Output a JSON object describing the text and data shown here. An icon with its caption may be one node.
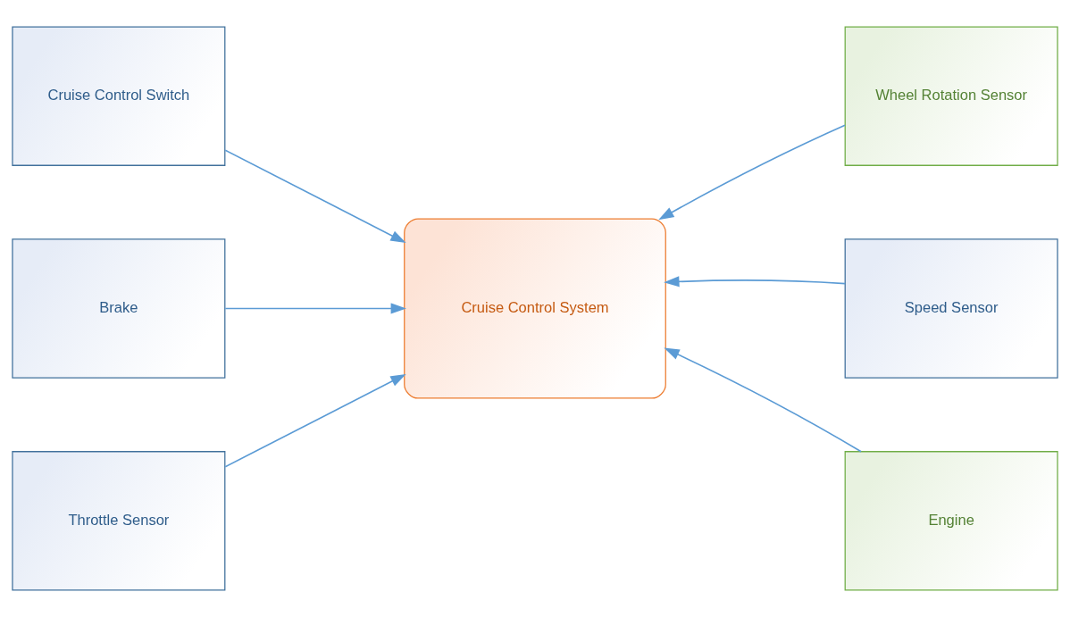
{
  "diagram": {
    "nodes": [
      {
        "text": [
          "Cruise Control Switch"
        ]
      },
      {
        "text": [
          "Wheel Rotation Sensor"
        ]
      },
      {
        "text": [
          "Brake"
        ]
      },
      {
        "text": [
          "Cruise Control System"
        ]
      },
      {
        "text": [
          "Speed Sensor"
        ]
      },
      {
        "text": [
          "Throttle Sensor"
        ]
      },
      {
        "text": [
          "Engine"
        ]
      }
    ],
    "edges": [
      {
        "from": 0,
        "to": 3,
        "arrow": "to"
      },
      {
        "from": 1,
        "to": 3,
        "arrow": "to"
      },
      {
        "from": 2,
        "to": 3,
        "arrow": "to"
      },
      {
        "from": 4,
        "to": 3,
        "arrow": "to"
      },
      {
        "from": 5,
        "to": 3,
        "arrow": "to"
      },
      {
        "from": 6,
        "to": 3,
        "arrow": "to"
      }
    ]
  }
}
